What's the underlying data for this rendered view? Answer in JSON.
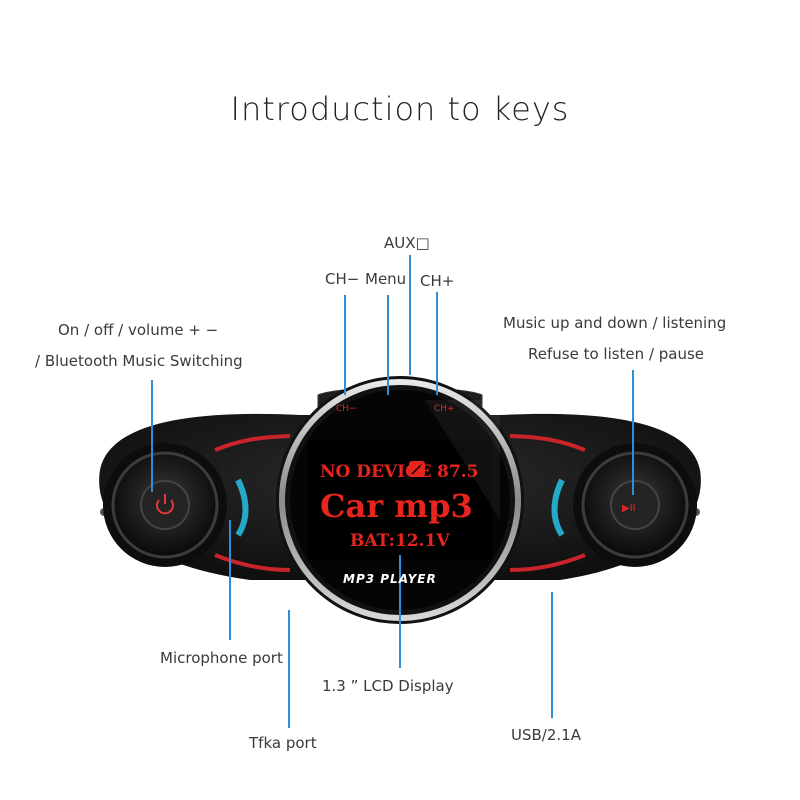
{
  "title": "Introduction to keys",
  "labels": {
    "aux": "AUX□",
    "ch_minus": "CH−",
    "menu": "Menu",
    "ch_plus": "CH+",
    "power_line1": "On / off / volume + −",
    "power_line2": "/ Bluetooth Music Switching",
    "music_line1": "Music up and down / listening",
    "music_line2": "Refuse to listen / pause",
    "microphone": "Microphone port",
    "lcd": "1.3 ” LCD Display",
    "tf": "Tfka port",
    "usb": "USB/2.1A"
  },
  "display": {
    "no_device": "NO DEVICE",
    "freq": "87.5",
    "car_mp3": "Car mp3",
    "battery": "BAT:12.1V",
    "badge": "MP3 PLAYER"
  },
  "buttons": {
    "ch_minus": "CH−",
    "ch_plus": "CH+",
    "play": "▶II"
  },
  "colors": {
    "accent_blue": "#2f8fd6",
    "lcd_red": "#e8241f",
    "body_black": "#1a1a1a",
    "trim_red": "#c8242a",
    "glow_cyan": "#27c2e6"
  }
}
